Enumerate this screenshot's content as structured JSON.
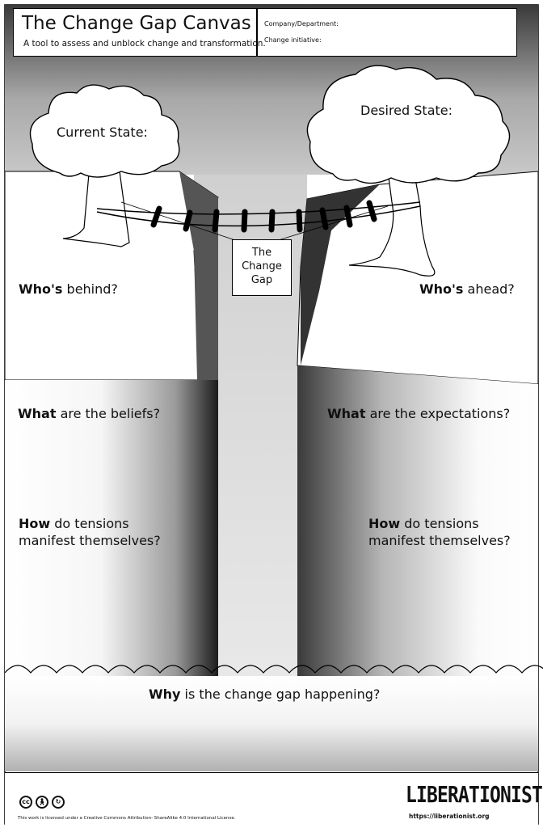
{
  "header": {
    "title": "The Change Gap Canvas",
    "subtitle": "A tool to assess and unblock change and transformation.",
    "company_label": "Company/Department:",
    "initiative_label": "Change initiative:"
  },
  "clouds": {
    "current_state": "Current State:",
    "desired_state": "Desired State:"
  },
  "gap_label": [
    "The",
    "Change",
    "Gap"
  ],
  "questions": {
    "behind": {
      "bold": "Who's",
      "rest": " behind?"
    },
    "ahead": {
      "bold": "Who's",
      "rest": " ahead?"
    },
    "beliefs": {
      "bold": "What",
      "rest": " are the beliefs?"
    },
    "expectations": {
      "bold": "What",
      "rest": " are the expectations?"
    },
    "tensions_left": {
      "bold": "How",
      "rest": " do tensions",
      "line2": "manifest themselves?"
    },
    "tensions_right": {
      "bold": "How",
      "rest": " do tensions",
      "line2": "manifest themselves?"
    },
    "why": {
      "bold": "Why",
      "rest": " is the change gap happening?"
    }
  },
  "footer": {
    "license": "This work is licensed under a Creative Commons Attribution- ShareAlike 4.0 International License.",
    "logo": "LIBERATIONIST",
    "url": "https://liberationist.org",
    "cc_icons": [
      "cc-icon",
      "by-icon",
      "sa-icon"
    ]
  }
}
